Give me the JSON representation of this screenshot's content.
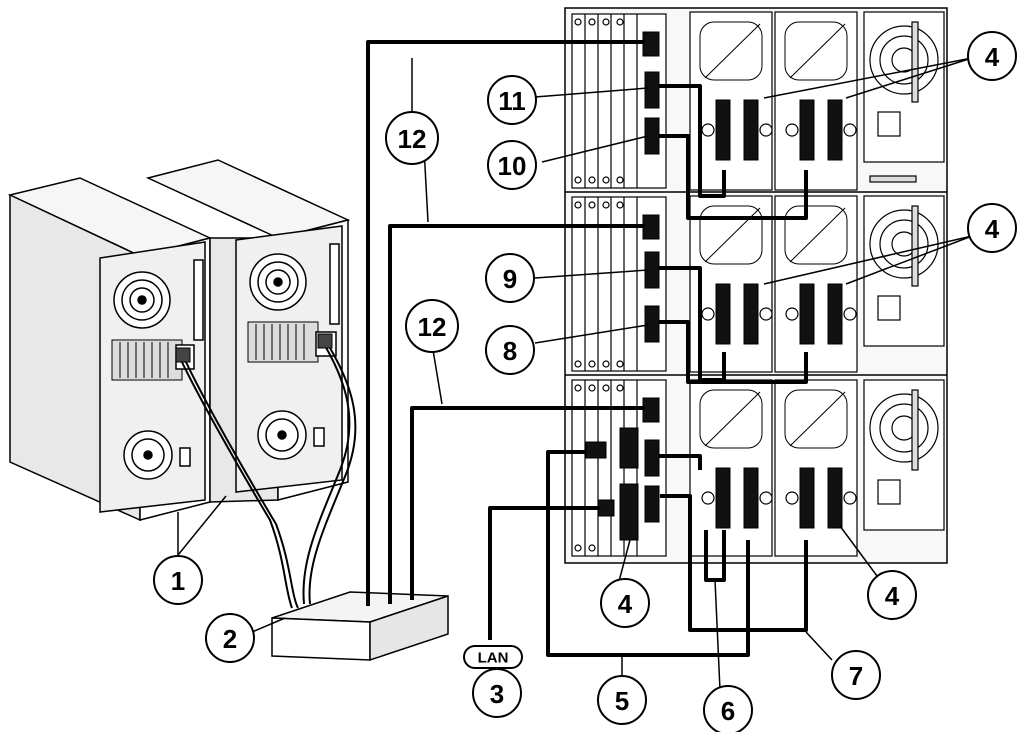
{
  "callouts": {
    "c1": "1",
    "c2": "2",
    "c3": "3",
    "c4a": "4",
    "c4b": "4",
    "c4c": "4",
    "c4d": "4",
    "c5": "5",
    "c6": "6",
    "c7": "7",
    "c8": "8",
    "c9": "9",
    "c10": "10",
    "c11": "11",
    "c12a": "12",
    "c12b": "12"
  },
  "lan_label": "LAN",
  "colors": {
    "line": "#000000",
    "panel": "#f2f2f2",
    "background": "#ffffff"
  }
}
